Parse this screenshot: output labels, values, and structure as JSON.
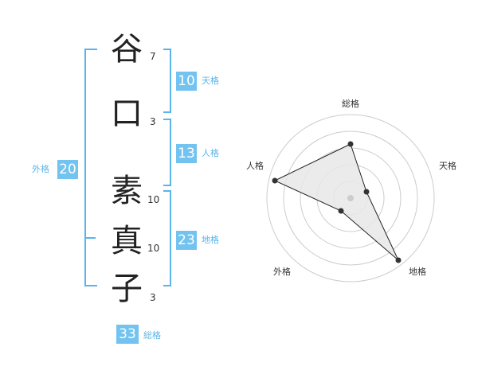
{
  "name": {
    "chars": [
      "谷",
      "口",
      "素",
      "真",
      "子"
    ],
    "strokes": [
      "7",
      "3",
      "10",
      "10",
      "3"
    ]
  },
  "kakusu": {
    "tenkaku": {
      "value": "10",
      "label": "天格"
    },
    "jinkaku": {
      "value": "13",
      "label": "人格"
    },
    "chikaku": {
      "value": "23",
      "label": "地格"
    },
    "gaikaku": {
      "value": "20",
      "label": "外格"
    },
    "soukaku": {
      "value": "33",
      "label": "総格"
    }
  },
  "radar": {
    "axes": [
      "総格",
      "天格",
      "地格",
      "外格",
      "人格"
    ],
    "colors": {
      "fill": "#e8e8e8",
      "line": "#222222",
      "rings": "#cccccc"
    }
  },
  "colors": {
    "accent": "#72c3f0",
    "bracket": "#5ab4e8"
  }
}
